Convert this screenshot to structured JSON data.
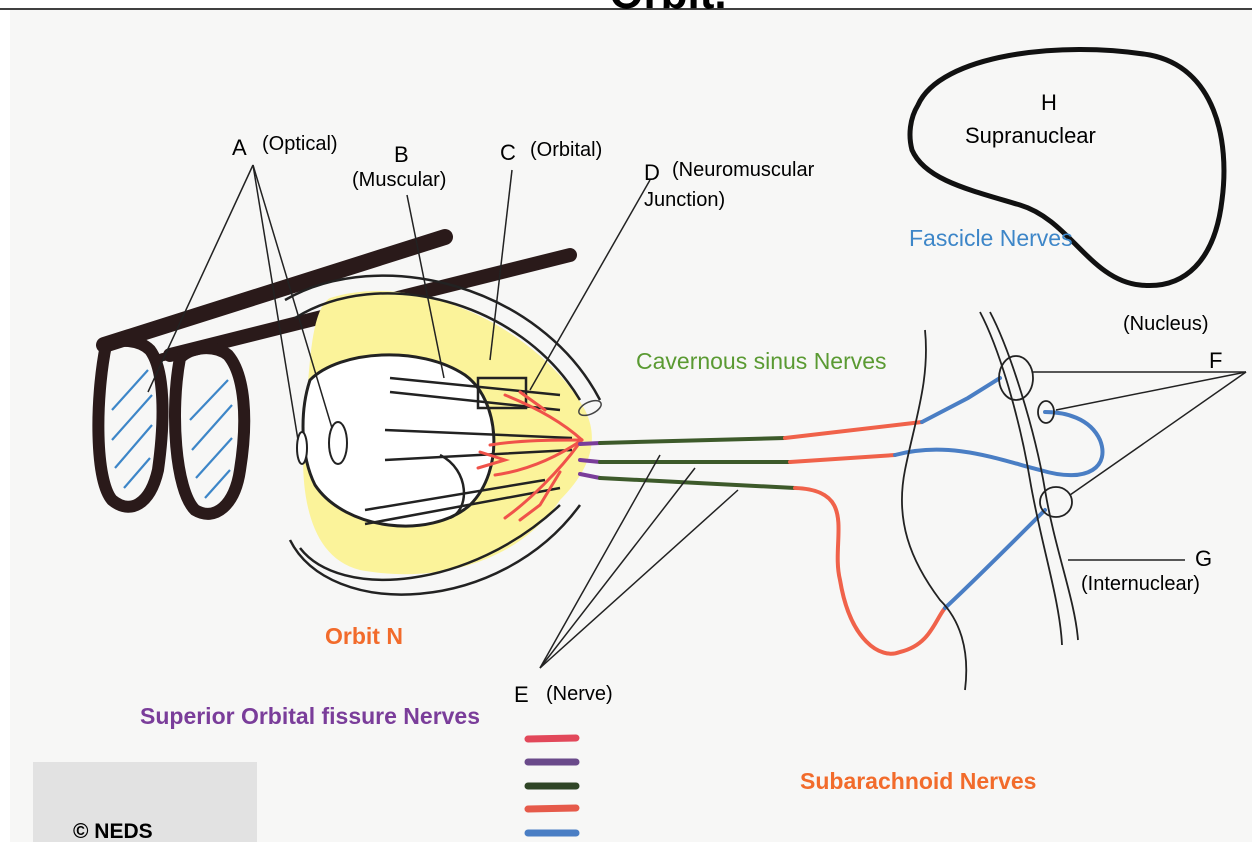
{
  "header": {
    "title_fragment": "Orbit."
  },
  "labels": {
    "a": "A",
    "a_sub": "(Optical)",
    "b": "B",
    "b_sub": "(Muscular)",
    "c": "C",
    "c_sub": "(Orbital)",
    "d": "D",
    "d_sub1": "(Neuromuscular",
    "d_sub2": "Junction)",
    "e": "E",
    "e_sub": "(Nerve)",
    "f": "F",
    "f_sub": "(Nucleus)",
    "g": "G",
    "g_sub": "(Internuclear)",
    "h": "H",
    "h_sub": "Supranuclear"
  },
  "legend": {
    "orbit": "Orbit N",
    "superior_orbital": "Superior Orbital fissure Nerves",
    "cavernous": "Cavernous sinus Nerves",
    "subarachnoid": "Subarachnoid Nerves",
    "fascicle": "Fascicle Nerves"
  },
  "copyright": "© NEDS",
  "colors": {
    "orbit": "#f26b2b",
    "superior_orbital": "#7a3d9a",
    "cavernous": "#5a9a32",
    "subarachnoid": "#f26b2b",
    "fascicle": "#3d86c8",
    "yellow_fill": "#fbf39a",
    "nerve_red": "#f0524a",
    "nerve_green": "#3d5a2a",
    "nerve_blue": "#4a7ec4",
    "swatches": [
      "#e2485a",
      "#6a4a8a",
      "#2f4526",
      "#e65a4a",
      "#4a7ec4"
    ]
  }
}
